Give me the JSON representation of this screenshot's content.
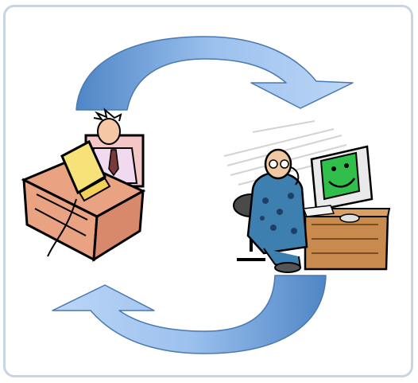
{
  "diagram": {
    "frame_color": "#c9d4e2",
    "arrow_fill_light": "#a9c8f0",
    "arrow_fill_dark": "#5b8fcb",
    "arrow_stroke": "#4a78b0",
    "arrows": [
      {
        "name": "top-cycle-arrow",
        "direction": "left-to-right"
      },
      {
        "name": "bottom-cycle-arrow",
        "direction": "right-to-left"
      }
    ],
    "figures": [
      {
        "name": "office-worker-at-desk-illustration",
        "side": "left"
      },
      {
        "name": "old-man-at-computer-illustration",
        "side": "right"
      }
    ]
  }
}
